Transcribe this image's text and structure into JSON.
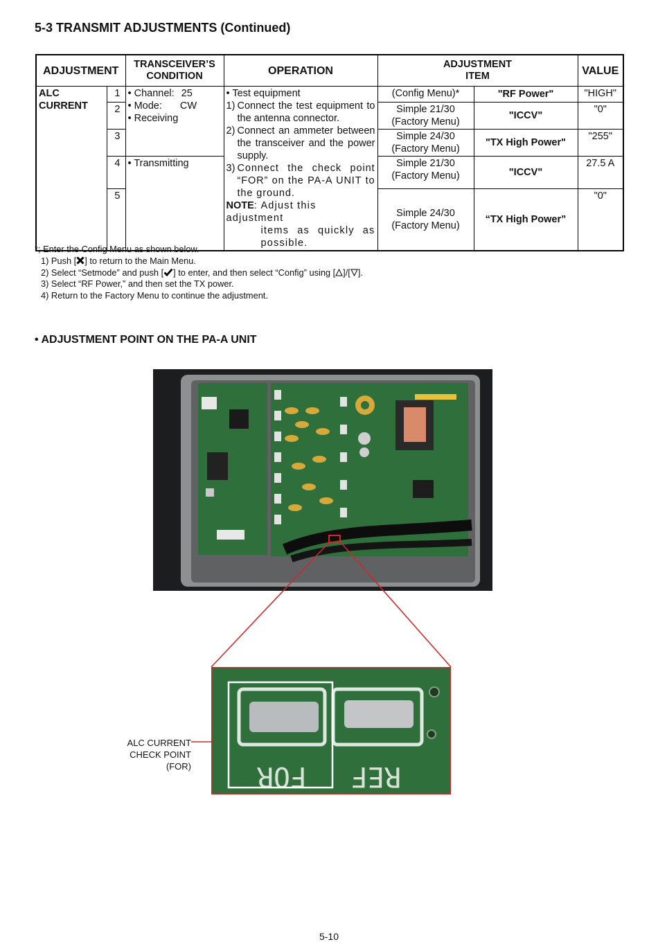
{
  "heading": "5-3 TRANSMIT ADJUSTMENTS (Continued)",
  "table": {
    "headers": {
      "adjustment": "ADJUSTMENT",
      "condition_l1": "TRANSCEIVER’S",
      "condition_l2": "CONDITION",
      "operation": "OPERATION",
      "item_l1": "ADJUSTMENT",
      "item_l2": "ITEM",
      "value": "VALUE"
    },
    "adjustment_l1": "ALC",
    "adjustment_l2": "CURRENT",
    "steps": [
      "1",
      "2",
      "3",
      "4",
      "5"
    ],
    "condition_a": {
      "channel_label": "• Channel:",
      "channel_value": "25",
      "mode_label": "• Mode:",
      "mode_value": "CW",
      "receiving": "• Receiving"
    },
    "condition_b": {
      "transmitting": "• Transmitting"
    },
    "operation": {
      "line0": "• Test equipment",
      "items": [
        {
          "mark": "1)",
          "text": "Connect the test equipment to the antenna connector."
        },
        {
          "mark": "2)",
          "text": "Connect an ammeter between the transceiver and the power supply."
        },
        {
          "mark": "3)",
          "text": "Connect the check point “FOR” on the PA-A UNIT to the ground."
        }
      ],
      "note_label": "NOTE",
      "note_text": ": Adjust this adjustment",
      "note_cont": "items as quickly as possible."
    },
    "rows": [
      {
        "menu_l1": "(Config Menu)*",
        "menu_l2": "",
        "item": "\"RF Power\"",
        "value": "\"HIGH\""
      },
      {
        "menu_l1": "Simple 21/30",
        "menu_l2": "(Factory Menu)",
        "item": "\"ICCV\"",
        "value": "\"0\""
      },
      {
        "menu_l1": "Simple 24/30",
        "menu_l2": "(Factory Menu)",
        "item": "\"TX High Power\"",
        "value": "\"255\""
      },
      {
        "menu_l1": "Simple 21/30",
        "menu_l2": "(Factory Menu)",
        "item": "\"ICCV\"",
        "value": "27.5 A"
      },
      {
        "menu_l1": "Simple 24/30",
        "menu_l2": "(Factory Menu)",
        "item": "“TX High Power”",
        "value": "\"0\""
      }
    ]
  },
  "footnotes": {
    "head": "*; Enter the Config Menu as shown below.",
    "line1_a": "1) Push [",
    "line1_b": "] to return to the Main Menu.",
    "line2_a": "2) Select “Setmode” and push [",
    "line2_b": "] to enter, and then select “Config” using [",
    "line2_c": "]/[",
    "line2_d": "].",
    "line3": "3) Select “RF Power,” and then set the TX power.",
    "line4": "4) Return to the Factory Menu to continue the adjustment."
  },
  "sub_heading": "• ADJUSTMENT POINT ON THE PA-A UNIT",
  "zoom": {
    "label_for": "FOR",
    "label_ref": "REF"
  },
  "callout": {
    "line1": "ALC CURRENT",
    "line2": "CHECK POINT",
    "line3": "(FOR)"
  },
  "page_number": "5-10",
  "colors": {
    "callout_red": "#cc2a2a",
    "pcb_green": "#2f6f3c"
  }
}
